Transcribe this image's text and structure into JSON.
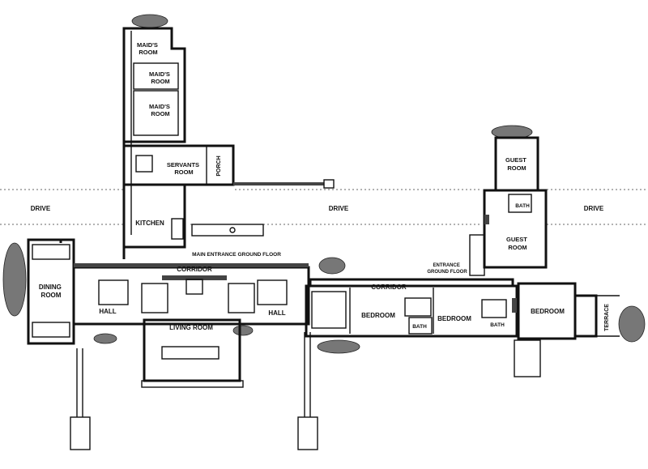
{
  "labels": {
    "drive_left": "DRIVE",
    "drive_center": "DRIVE",
    "drive_right": "DRIVE",
    "maids_room_1": [
      "MAID'S",
      "ROOM"
    ],
    "maids_room_2": [
      "MAID'S",
      "ROOM"
    ],
    "maids_room_3": [
      "MAID'S",
      "ROOM"
    ],
    "servants_room": [
      "SERVANTS",
      "ROOM"
    ],
    "porch": "PORCH",
    "kitchen": "KITCHEN",
    "main_entrance": "MAIN ENTRANCE GROUND FLOOR",
    "corridor_left": "CORRIDOR",
    "dining_room": [
      "DINING",
      "ROOM"
    ],
    "hall_left": "HALL",
    "living_room": "LIVING ROOM",
    "hall_right": "HALL",
    "guest_room_1": [
      "GUEST",
      "ROOM"
    ],
    "bath_guest": "BATH",
    "guest_room_2": [
      "GUEST",
      "ROOM"
    ],
    "entrance": [
      "ENTRANCE",
      "GROUND FLOOR"
    ],
    "corridor_right": "CORRIDOR",
    "bedroom_1": "BEDROOM",
    "bath_1": "BATH",
    "bedroom_2": "BEDROOM",
    "bath_2": "BATH",
    "bedroom_3": "BEDROOM",
    "terrace": "TERRACE"
  }
}
